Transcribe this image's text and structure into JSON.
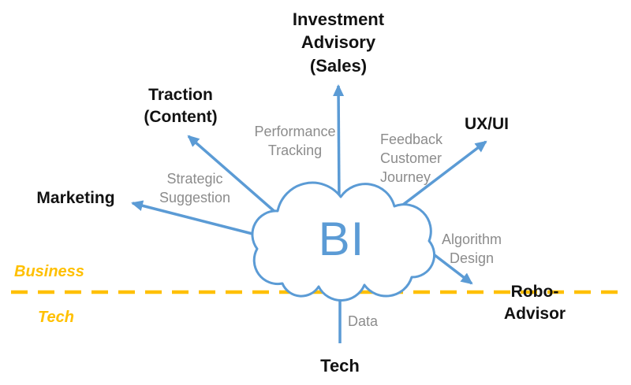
{
  "colors": {
    "arrow_blue": "#5B9BD5",
    "gray_label": "#8C8C8C",
    "divider_orange": "#FFC000",
    "text_black": "#121212"
  },
  "cloud": {
    "label": "BI"
  },
  "nodes": {
    "investment_advisory": "Investment\nAdvisory\n(Sales)",
    "traction": "Traction\n(Content)",
    "marketing": "Marketing",
    "ux_ui": "UX/UI",
    "robo_advisor": "Robo-Advisor",
    "tech_source": "Tech"
  },
  "arrow_labels": {
    "performance_tracking": "Performance\nTracking",
    "strategic_suggestion": "Strategic\nSuggestion",
    "feedback_customer_journey": "Feedback\nCustomer\nJourney",
    "algorithm_design": "Algorithm\nDesign",
    "data": "Data"
  },
  "divider": {
    "above_label": "Business",
    "below_label": "Tech"
  }
}
